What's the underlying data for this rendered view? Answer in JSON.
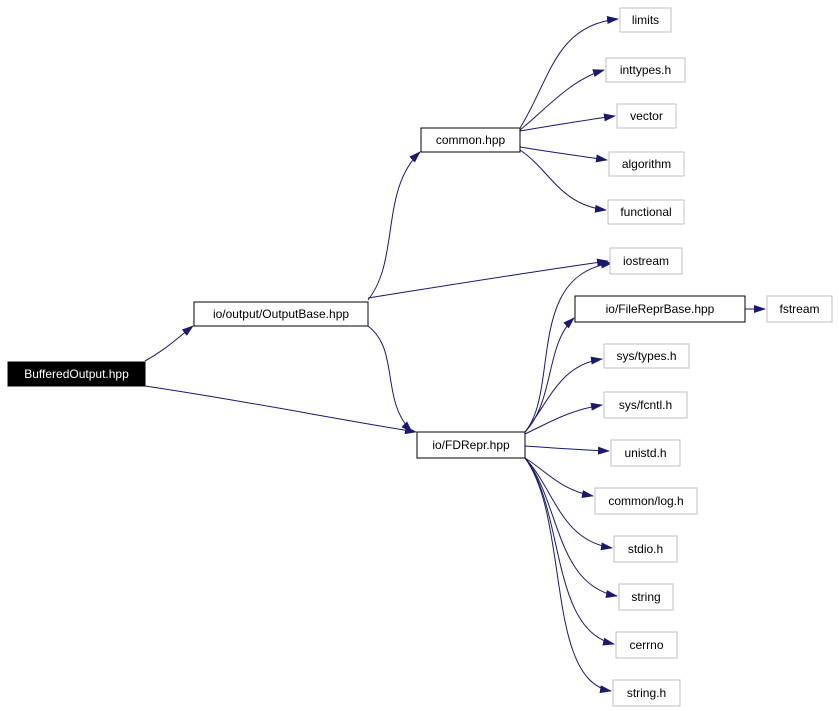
{
  "colors": {
    "edge": "#191970",
    "root_fill": "#000000",
    "root_text": "#ffffff",
    "documented_border": "#000000",
    "external_border": "#bfbfbf",
    "text": "#000000"
  },
  "nodes": {
    "buffered_output": "BufferedOutput.hpp",
    "output_base": "io/output/OutputBase.hpp",
    "common": "common.hpp",
    "fdrepr": "io/FDRepr.hpp",
    "limits": "limits",
    "inttypes": "inttypes.h",
    "vector": "vector",
    "algorithm": "algorithm",
    "functional": "functional",
    "iostream": "iostream",
    "filereprbase": "io/FileReprBase.hpp",
    "fstream": "fstream",
    "sys_types": "sys/types.h",
    "sys_fcntl": "sys/fcntl.h",
    "unistd": "unistd.h",
    "common_log": "common/log.h",
    "stdio": "stdio.h",
    "string": "string",
    "cerrno": "cerrno",
    "string_h": "string.h"
  },
  "edges": [
    [
      "buffered_output",
      "output_base"
    ],
    [
      "buffered_output",
      "fdrepr"
    ],
    [
      "output_base",
      "common"
    ],
    [
      "output_base",
      "iostream"
    ],
    [
      "output_base",
      "fdrepr"
    ],
    [
      "common",
      "limits"
    ],
    [
      "common",
      "inttypes"
    ],
    [
      "common",
      "vector"
    ],
    [
      "common",
      "algorithm"
    ],
    [
      "common",
      "functional"
    ],
    [
      "fdrepr",
      "iostream"
    ],
    [
      "fdrepr",
      "filereprbase"
    ],
    [
      "filereprbase",
      "fstream"
    ],
    [
      "fdrepr",
      "sys_types"
    ],
    [
      "fdrepr",
      "sys_fcntl"
    ],
    [
      "fdrepr",
      "unistd"
    ],
    [
      "fdrepr",
      "common_log"
    ],
    [
      "fdrepr",
      "stdio"
    ],
    [
      "fdrepr",
      "string"
    ],
    [
      "fdrepr",
      "cerrno"
    ],
    [
      "fdrepr",
      "string_h"
    ]
  ]
}
